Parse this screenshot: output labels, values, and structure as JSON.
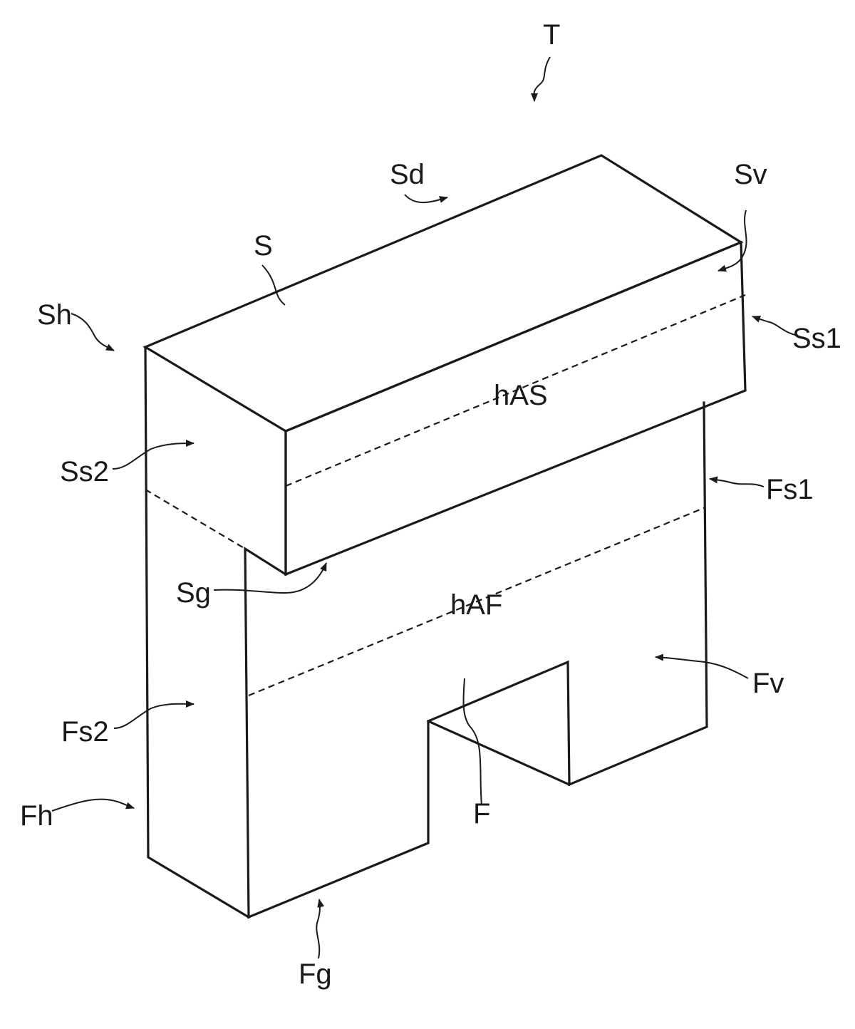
{
  "labels": {
    "T": "T",
    "Sd": "Sd",
    "Sv": "Sv",
    "S": "S",
    "Sh": "Sh",
    "Ss1": "Ss1",
    "hAS": "hAS",
    "Ss2": "Ss2",
    "Fs1": "Fs1",
    "Sg": "Sg",
    "hAF": "hAF",
    "Fv": "Fv",
    "F": "F",
    "Fs2": "Fs2",
    "Fh": "Fh",
    "Fg": "Fg"
  },
  "colors": {
    "line": "#1a1a1a",
    "background": "#ffffff"
  }
}
